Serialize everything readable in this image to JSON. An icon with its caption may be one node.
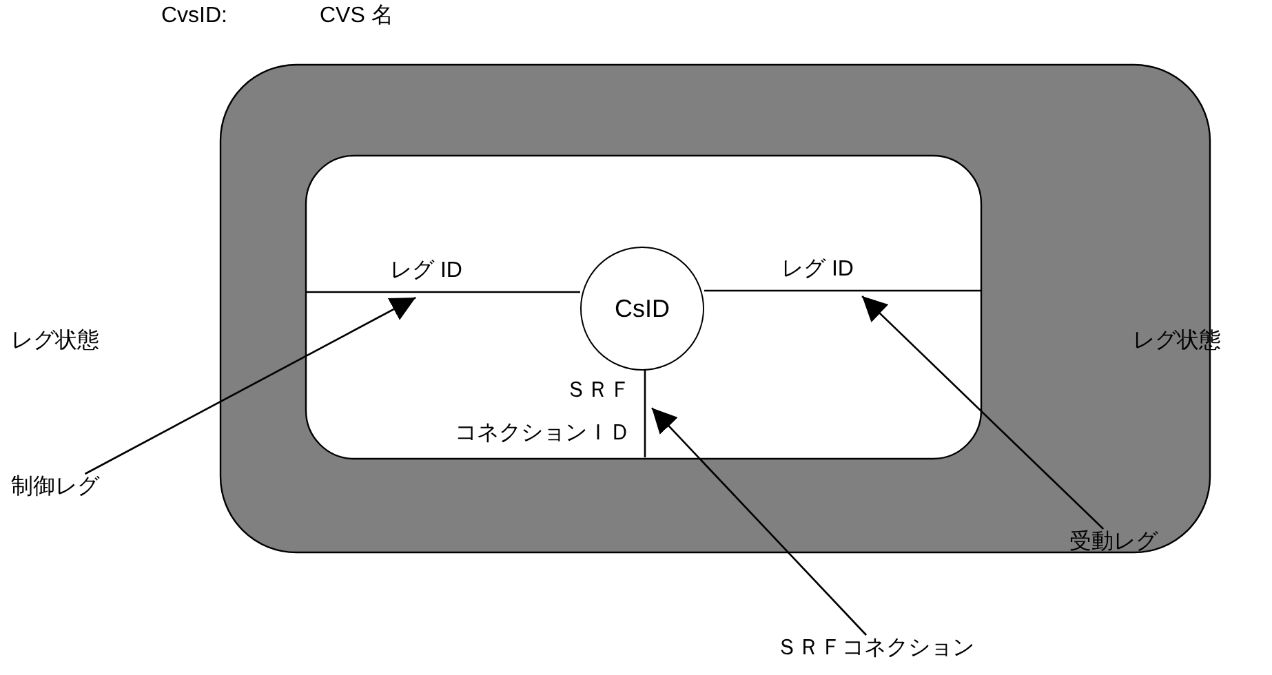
{
  "diagram": {
    "nodes": [
      {
        "text": [
          "CsID"
        ]
      },
      {
        "text": [],
        "shape": "line"
      },
      {
        "text": [],
        "shape": "line"
      },
      {
        "text": [],
        "shape": "line"
      },
      {
        "text": [
          "制御レグ"
        ]
      },
      {
        "text": [
          "受動レグ"
        ]
      },
      {
        "text": [
          "ＳＲＦコネクション"
        ]
      }
    ],
    "edges": [
      {
        "from": 4,
        "to": 1,
        "arrow": "to"
      },
      {
        "from": 5,
        "to": 2,
        "arrow": "to"
      },
      {
        "from": 6,
        "to": 3,
        "arrow": "to"
      }
    ],
    "labels": [
      "CvsID:",
      "CVS 名",
      "レグ状態",
      "レグ ID",
      "レグ ID",
      "レグ状態",
      "ＳＲＦ",
      "コネクションＩＤ"
    ]
  }
}
